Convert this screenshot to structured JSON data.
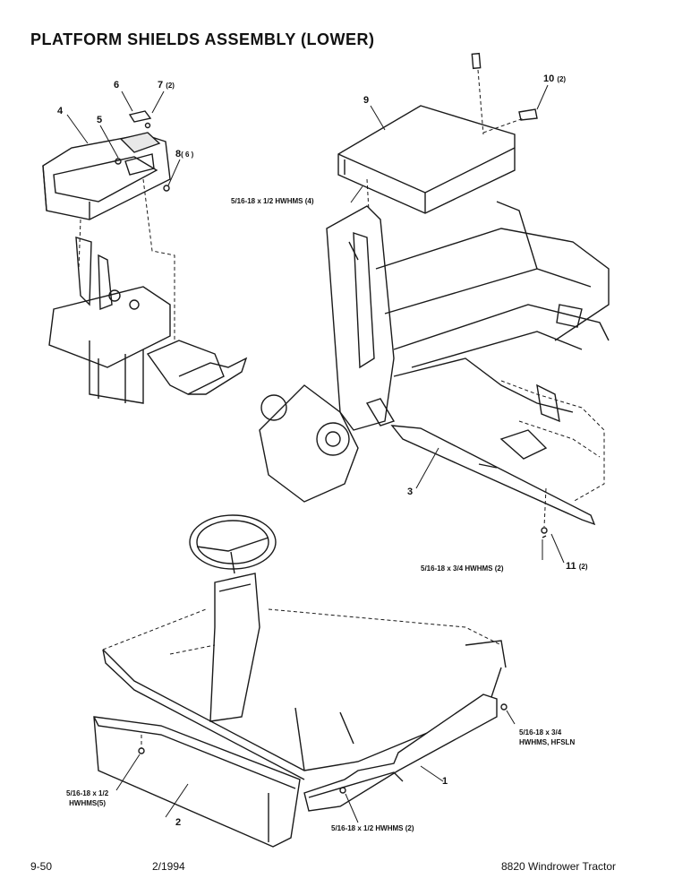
{
  "title": "PLATFORM SHIELDS ASSEMBLY (LOWER)",
  "callouts": {
    "c1": "1",
    "c2": "2",
    "c3": "3",
    "c4": "4",
    "c5": "5",
    "c6": "6",
    "c7": "7",
    "c7_qty": "(2)",
    "c8": "8",
    "c8_qty": "( 6 )",
    "c9": "9",
    "c10": "10",
    "c10_qty": "(2)",
    "c11": "11",
    "c11_qty": "(2)"
  },
  "hardware": {
    "h1": "5/16-18 x 1/2 HWHMS (4)",
    "h2": "5/16-18 x 3/4 HWHMS (2)",
    "h3_line1": "5/16-18 x 3/4",
    "h3_line2": "HWHMS, HFSLN",
    "h4_line1": "5/16-18 x 1/2",
    "h4_line2": "HWHMS(5)",
    "h5": "5/16-18 x 1/2 HWHMS (2)"
  },
  "footer": {
    "page": "9-50",
    "date": "2/1994",
    "model": "8820 Windrower Tractor"
  }
}
